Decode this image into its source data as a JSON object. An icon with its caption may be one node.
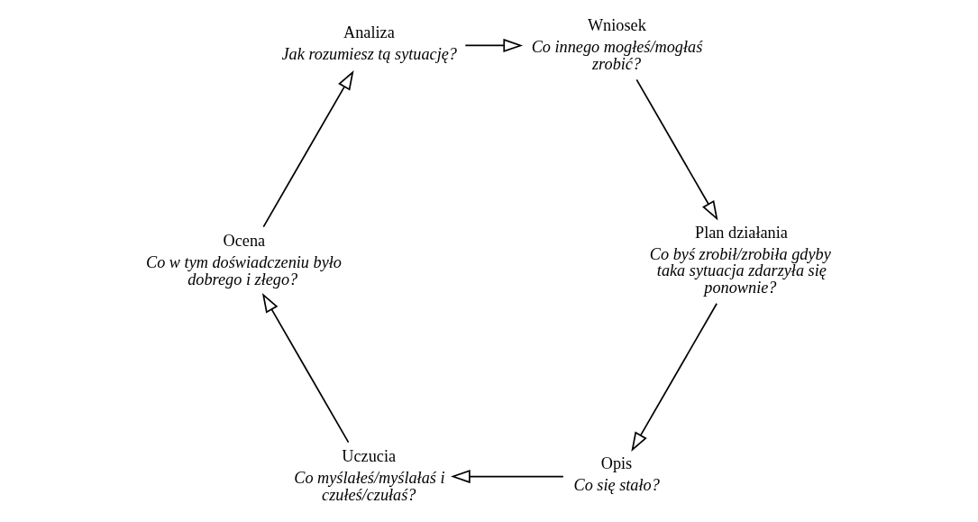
{
  "diagram": {
    "nodes": [
      {
        "text": [
          "Opis",
          "Co się stało?"
        ]
      },
      {
        "text": [
          "Uczucia",
          "Co myślałeś/myślałaś i czułeś/czułaś?"
        ]
      },
      {
        "text": [
          "Ocena",
          "Co w tym doświadczeniu było dobrego i złego?"
        ]
      },
      {
        "text": [
          "Analiza",
          "Jak rozumiesz tą sytuację?"
        ]
      },
      {
        "text": [
          "Wniosek",
          "Co innego mogłeś/mogłaś zrobić?"
        ]
      },
      {
        "text": [
          "Plan działania",
          "Co byś zrobił/zrobiła gdyby taka sytuacja zdarzyła się ponownie?"
        ]
      }
    ],
    "edges": [
      {
        "from": 0,
        "to": 1,
        "arrow": "to"
      },
      {
        "from": 1,
        "to": 2,
        "arrow": "to"
      },
      {
        "from": 2,
        "to": 3,
        "arrow": "to"
      },
      {
        "from": 3,
        "to": 4,
        "arrow": "to"
      },
      {
        "from": 4,
        "to": 5,
        "arrow": "to"
      },
      {
        "from": 5,
        "to": 0,
        "arrow": "to"
      }
    ]
  }
}
